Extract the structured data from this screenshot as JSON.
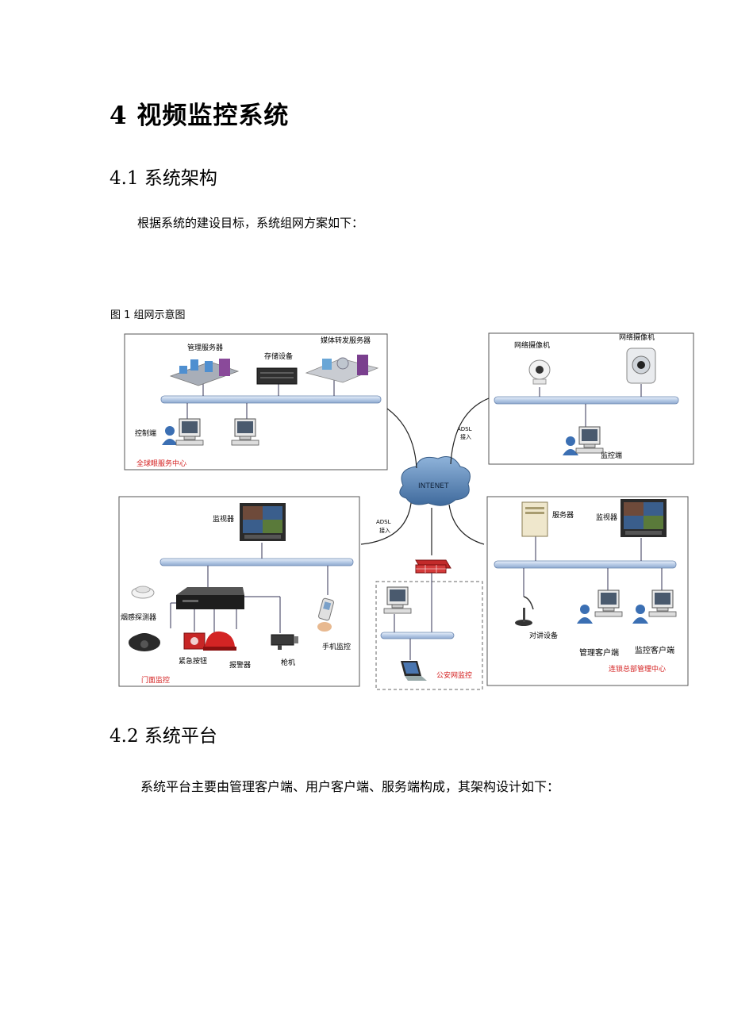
{
  "heading": "4 视频监控系统",
  "section1": {
    "title": "4.1 系统架构",
    "intro": "根据系统的建设目标，系统组网方案如下：",
    "figure_caption": "图 1 组网示意图"
  },
  "diagram": {
    "internet": "INTENET",
    "adsl_top": "ADSL",
    "adsl_top_2": "接入",
    "adsl_mid": "ADSL",
    "adsl_mid_2": "接入",
    "center": {
      "title": "全球眼服务中心",
      "mgmt_server": "管理服务器",
      "storage": "存储设备",
      "media_server": "媒体转发服务器",
      "control": "控制端"
    },
    "remote": {
      "cam1": "网络摄像机",
      "cam2": "网络摄像机",
      "monitor_end": "监控端"
    },
    "store": {
      "title": "门面监控",
      "monitor": "监视器",
      "smoke": "烟感探测器",
      "panic": "紧急按钮",
      "alarm": "报警器",
      "gun": "枪机",
      "phone": "手机监控"
    },
    "police": {
      "title": "公安网监控"
    },
    "hq": {
      "title": "连锁总部管理中心",
      "server": "服务器",
      "monitor": "监视器",
      "intercom": "对讲设备",
      "mgmt_client": "管理客户端",
      "monitor_client": "监控客户端"
    }
  },
  "section2": {
    "title": "4.2 系统平台",
    "intro": "系统平台主要由管理客户端、用户客户端、服务端构成，其架构设计如下："
  },
  "colors": {
    "bus": "#c6d6ec",
    "red_label": "#d42020",
    "cloud": "#5b87b8"
  }
}
